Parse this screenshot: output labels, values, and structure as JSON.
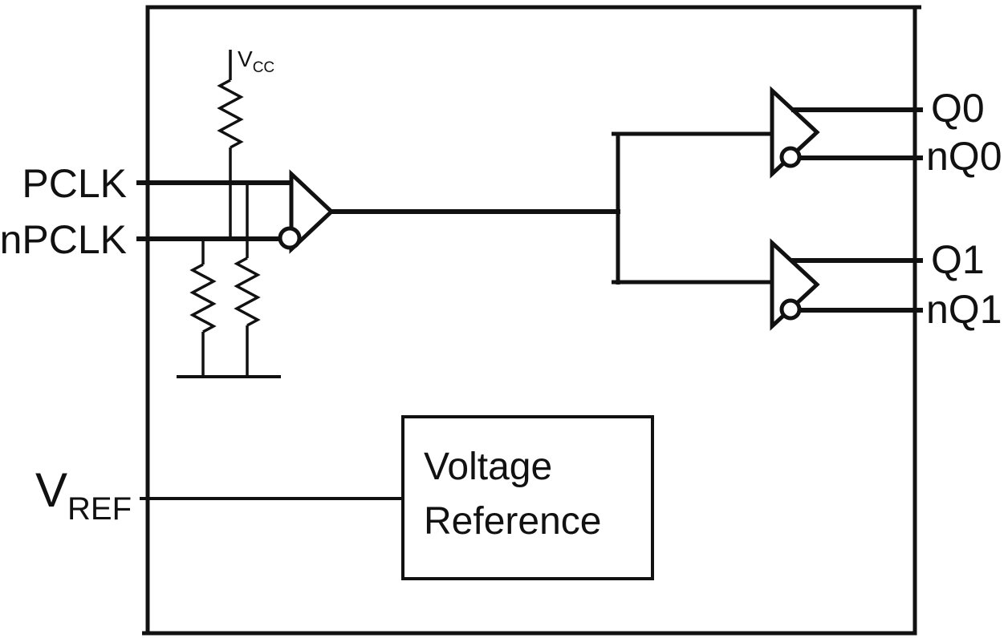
{
  "diagram": {
    "type": "circuit-block-diagram",
    "colors": {
      "line": "#111111",
      "background": "#ffffff"
    },
    "labels": {
      "vcc_main": "V",
      "vcc_sub": "CC",
      "pclk": "PCLK",
      "npclk": "nPCLK",
      "vref_main": "V",
      "vref_sub": "REF",
      "voltage_reference_line1": "Voltage",
      "voltage_reference_line2": "Reference",
      "q0": "Q0",
      "nq0": "nQ0",
      "q1": "Q1",
      "nq1": "nQ1"
    }
  }
}
